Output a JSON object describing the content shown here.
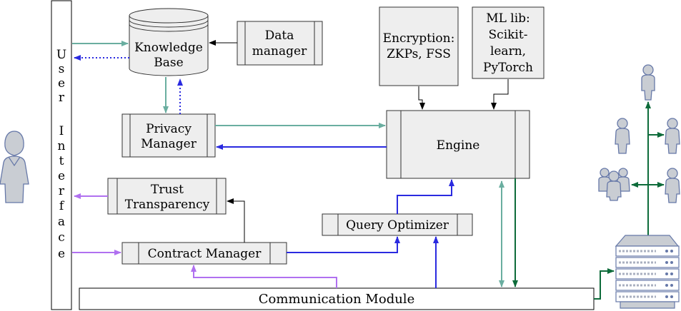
{
  "user_interface": {
    "letters": [
      "U",
      "s",
      "e",
      "r",
      "",
      "I",
      "n",
      "t",
      "e",
      "r",
      "f",
      "a",
      "c",
      "e"
    ]
  },
  "knowledge_base": {
    "line1": "Knowledge",
    "line2": "Base"
  },
  "data_manager": {
    "line1": "Data",
    "line2": "manager"
  },
  "encryption": {
    "line1": "Encryption:",
    "line2": "ZKPs, FSS"
  },
  "ml_lib": {
    "line1": "ML lib:",
    "line2": "Scikit-",
    "line3": "learn,",
    "line4": "PyTorch"
  },
  "privacy_manager": {
    "line1": "Privacy",
    "line2": "Manager"
  },
  "engine": {
    "label": "Engine"
  },
  "trust": {
    "line1": "Trust",
    "line2": "Transparency"
  },
  "query_optimizer": {
    "label": "Query Optimizer"
  },
  "contract_manager": {
    "label": "Contract Manager"
  },
  "communication_module": {
    "label": "Communication Module"
  },
  "colors": {
    "teal": "#6aaea0",
    "blue": "#2a2ae0",
    "purple": "#b070f0",
    "green": "#0d6b3a",
    "box_fill": "#eeeeee",
    "person": "#c9cdd3"
  }
}
